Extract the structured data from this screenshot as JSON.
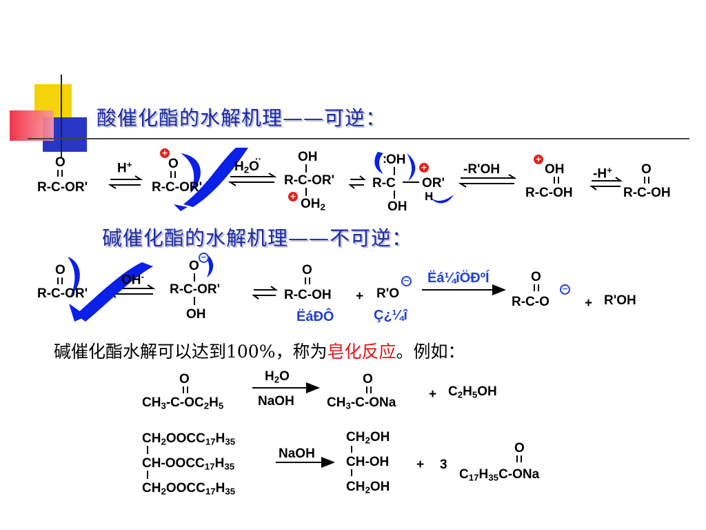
{
  "slide": {
    "heading_acid": "酸催化酯的水解机理——可逆：",
    "heading_base": "碱催化酯的水解机理——不可逆：",
    "note_prefix": "碱催化酯水解可以达到100%，称为",
    "note_highlight": "皂化反应",
    "note_suffix": "。例如："
  },
  "colors": {
    "heading": "#1a2aa6",
    "highlight": "#e0141c",
    "arrow_curve": "#0a1fe8",
    "deco_yellow": "#f5d20a",
    "deco_red": "#f0243c",
    "deco_blue": "#2836c8"
  },
  "acid": {
    "ester_O": "O",
    "ester": "R-C-OR'",
    "h_plus": "H",
    "h_plus_sup": "+",
    "int1_O": "O",
    "int1": "R-C-OR'",
    "water_H": "H",
    "water_sub": "2",
    "water_O": "O",
    "int2_OH": "OH",
    "int2": "R-C-OR'",
    "int2_OH2": "OH",
    "int2_OH2_sub": "2",
    "int3_OH": "OH",
    "int3": "R-C",
    "int3_OR": "OR'",
    "int3_H": "H",
    "int3_OH_bottom": "OH",
    "minus_ROH": "-R'OH",
    "int4_OH": "OH",
    "int4": "R-C-OH",
    "minus_H": "-H",
    "minus_H_sup": "+",
    "acid_O": "O",
    "acid": "R-C-OH"
  },
  "base": {
    "ester_O": "O",
    "ester": "R-C-OR'",
    "oh_minus": "OH",
    "oh_minus_sup": "-",
    "int_O": "O",
    "int": "R-C-OR'",
    "int_OH": "OH",
    "acid_O": "O",
    "acid": "R-C-OH",
    "plus1": "+",
    "alkoxide": "R'O",
    "garbled_label1": "ËáÐÔ",
    "garbled_label2": "Ç¿¼î",
    "garbled_arrow_label": "Ëá¼îÖÐºÍ",
    "carboxylate_O": "O",
    "carboxylate": "R-C-O",
    "plus2": "+",
    "alcohol": "R'OH"
  },
  "example1": {
    "reactant_O": "O",
    "reactant_a": "CH",
    "reactant_sub3": "3",
    "reactant_b": "-C-OC",
    "reactant_sub2": "2",
    "reactant_c": "H",
    "reactant_sub5": "5",
    "reagent_top_a": "H",
    "reagent_top_sub": "2",
    "reagent_top_b": "O",
    "reagent_bottom": "NaOH",
    "product_O": "O",
    "product_a": "CH",
    "product_sub3": "3",
    "product_b": "-C-ONa",
    "plus": "+",
    "alcohol_a": "C",
    "alcohol_sub2": "2",
    "alcohol_b": "H",
    "alcohol_sub5": "5",
    "alcohol_c": "OH"
  },
  "example2": {
    "tri_row1_a": "CH",
    "tri_row1_sub": "2",
    "tri_row1_b": "OOCC",
    "tri_row1_sub17": "17",
    "tri_row1_c": "H",
    "tri_row1_sub35": "35",
    "tri_row2_a": "CH-OOCC",
    "tri_row2_sub17": "17",
    "tri_row2_c": "H",
    "tri_row2_sub35": "35",
    "tri_row3_a": "CH",
    "tri_row3_sub": "2",
    "tri_row3_b": "OOCC",
    "tri_row3_sub17": "17",
    "tri_row3_c": "H",
    "tri_row3_sub35": "35",
    "reagent": "NaOH",
    "gly_row1_a": "CH",
    "gly_row1_sub": "2",
    "gly_row1_b": "OH",
    "gly_row2": "CH-OH",
    "gly_row3_a": "CH",
    "gly_row3_sub": "2",
    "gly_row3_b": "OH",
    "plus": "+",
    "coef": "3",
    "soap_O": "O",
    "soap_a": "C",
    "soap_sub17": "17",
    "soap_b": "H",
    "soap_sub35": "35",
    "soap_c": "C-ONa"
  }
}
